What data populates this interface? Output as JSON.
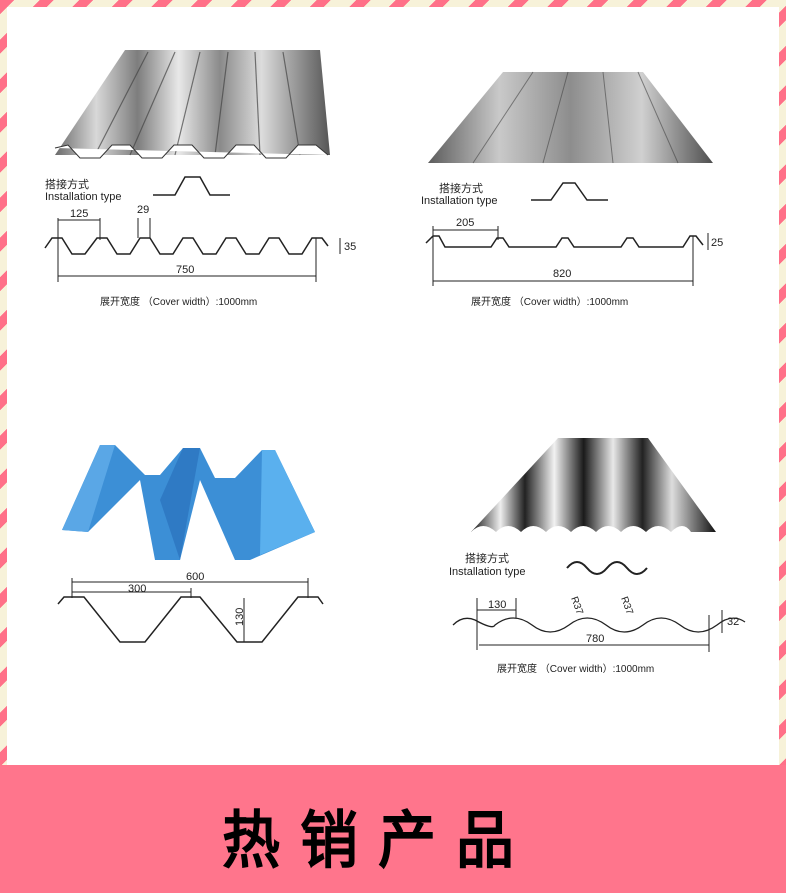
{
  "banner": {
    "title": "热销产品",
    "background": "#ff758c"
  },
  "border": {
    "stripe_color": "#ff7088",
    "base_color": "#f7f2d9"
  },
  "products": [
    {
      "id": "panel-1",
      "color": "silver",
      "install_label_cn": "搭接方式",
      "install_label_en": "Installation type",
      "dims": {
        "pitch": "125",
        "crest": "29",
        "height": "35",
        "effective_width": "750"
      },
      "cover_width": "展开宽度 （Cover width）:1000mm"
    },
    {
      "id": "panel-2",
      "color": "silver",
      "install_label_cn": "搭接方式",
      "install_label_en": "Installation type",
      "dims": {
        "pitch": "205",
        "height": "25",
        "effective_width": "820"
      },
      "cover_width": "展开宽度 （Cover width）:1000mm"
    },
    {
      "id": "panel-3",
      "color": "blue",
      "dims": {
        "total": "600",
        "half": "300",
        "height": "130"
      }
    },
    {
      "id": "panel-4",
      "color": "dark-silver",
      "install_label_cn": "搭接方式",
      "install_label_en": "Installation type",
      "dims": {
        "pitch": "130",
        "radius_1": "R37",
        "radius_2": "R37",
        "height": "32",
        "effective_width": "780"
      },
      "cover_width": "展开宽度 （Cover width）:1000mm"
    }
  ]
}
